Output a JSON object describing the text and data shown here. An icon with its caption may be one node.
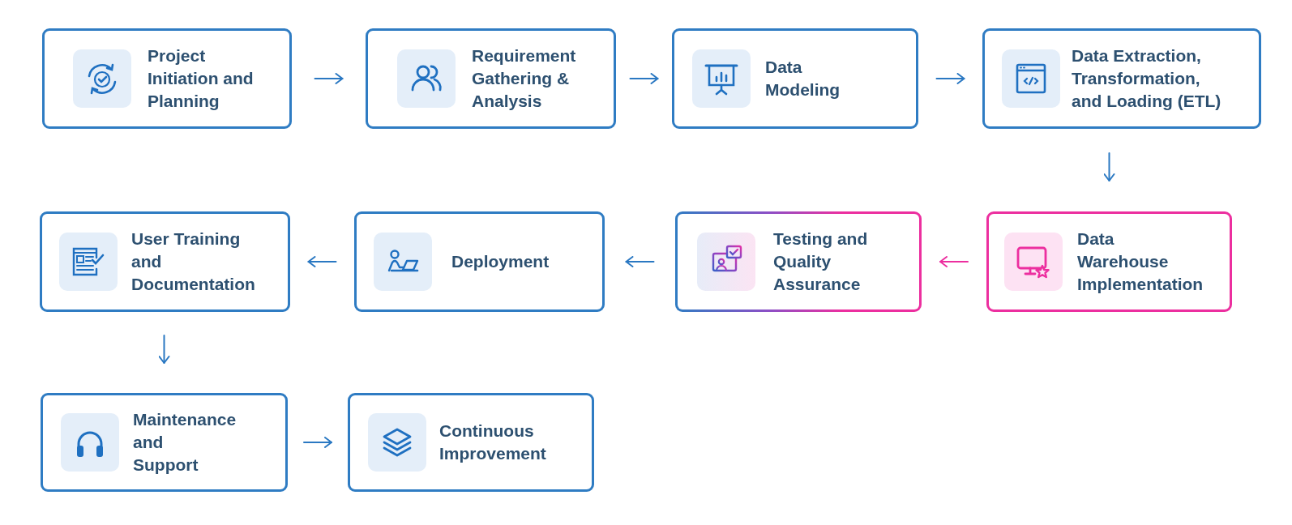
{
  "diagram": {
    "nodes": [
      {
        "text": [
          "Project Initiation and Planning"
        ]
      },
      {
        "text": [
          "Requirement Gathering & Analysis"
        ]
      },
      {
        "text": [
          "Data Modeling"
        ]
      },
      {
        "text": [
          "Data Extraction, Transformation, and Loading (ETL)"
        ]
      },
      {
        "text": [
          "Data Warehouse Implementation"
        ]
      },
      {
        "text": [
          "Testing and Quality Assurance"
        ]
      },
      {
        "text": [
          "Deployment"
        ]
      },
      {
        "text": [
          "User Training and Documentation"
        ]
      },
      {
        "text": [
          "Maintenance and Support"
        ]
      },
      {
        "text": [
          "Continuous Improvement"
        ]
      }
    ],
    "edges": [
      {
        "from": 0,
        "to": 1,
        "arrow": "to"
      },
      {
        "from": 1,
        "to": 2,
        "arrow": "to"
      },
      {
        "from": 2,
        "to": 3,
        "arrow": "to"
      },
      {
        "from": 3,
        "to": 4,
        "arrow": "to"
      },
      {
        "from": 4,
        "to": 5,
        "arrow": "to",
        "color": "#ec2f9f"
      },
      {
        "from": 5,
        "to": 6,
        "arrow": "to"
      },
      {
        "from": 6,
        "to": 7,
        "arrow": "to"
      },
      {
        "from": 7,
        "to": 8,
        "arrow": "to"
      },
      {
        "from": 8,
        "to": 9,
        "arrow": "to"
      }
    ]
  }
}
